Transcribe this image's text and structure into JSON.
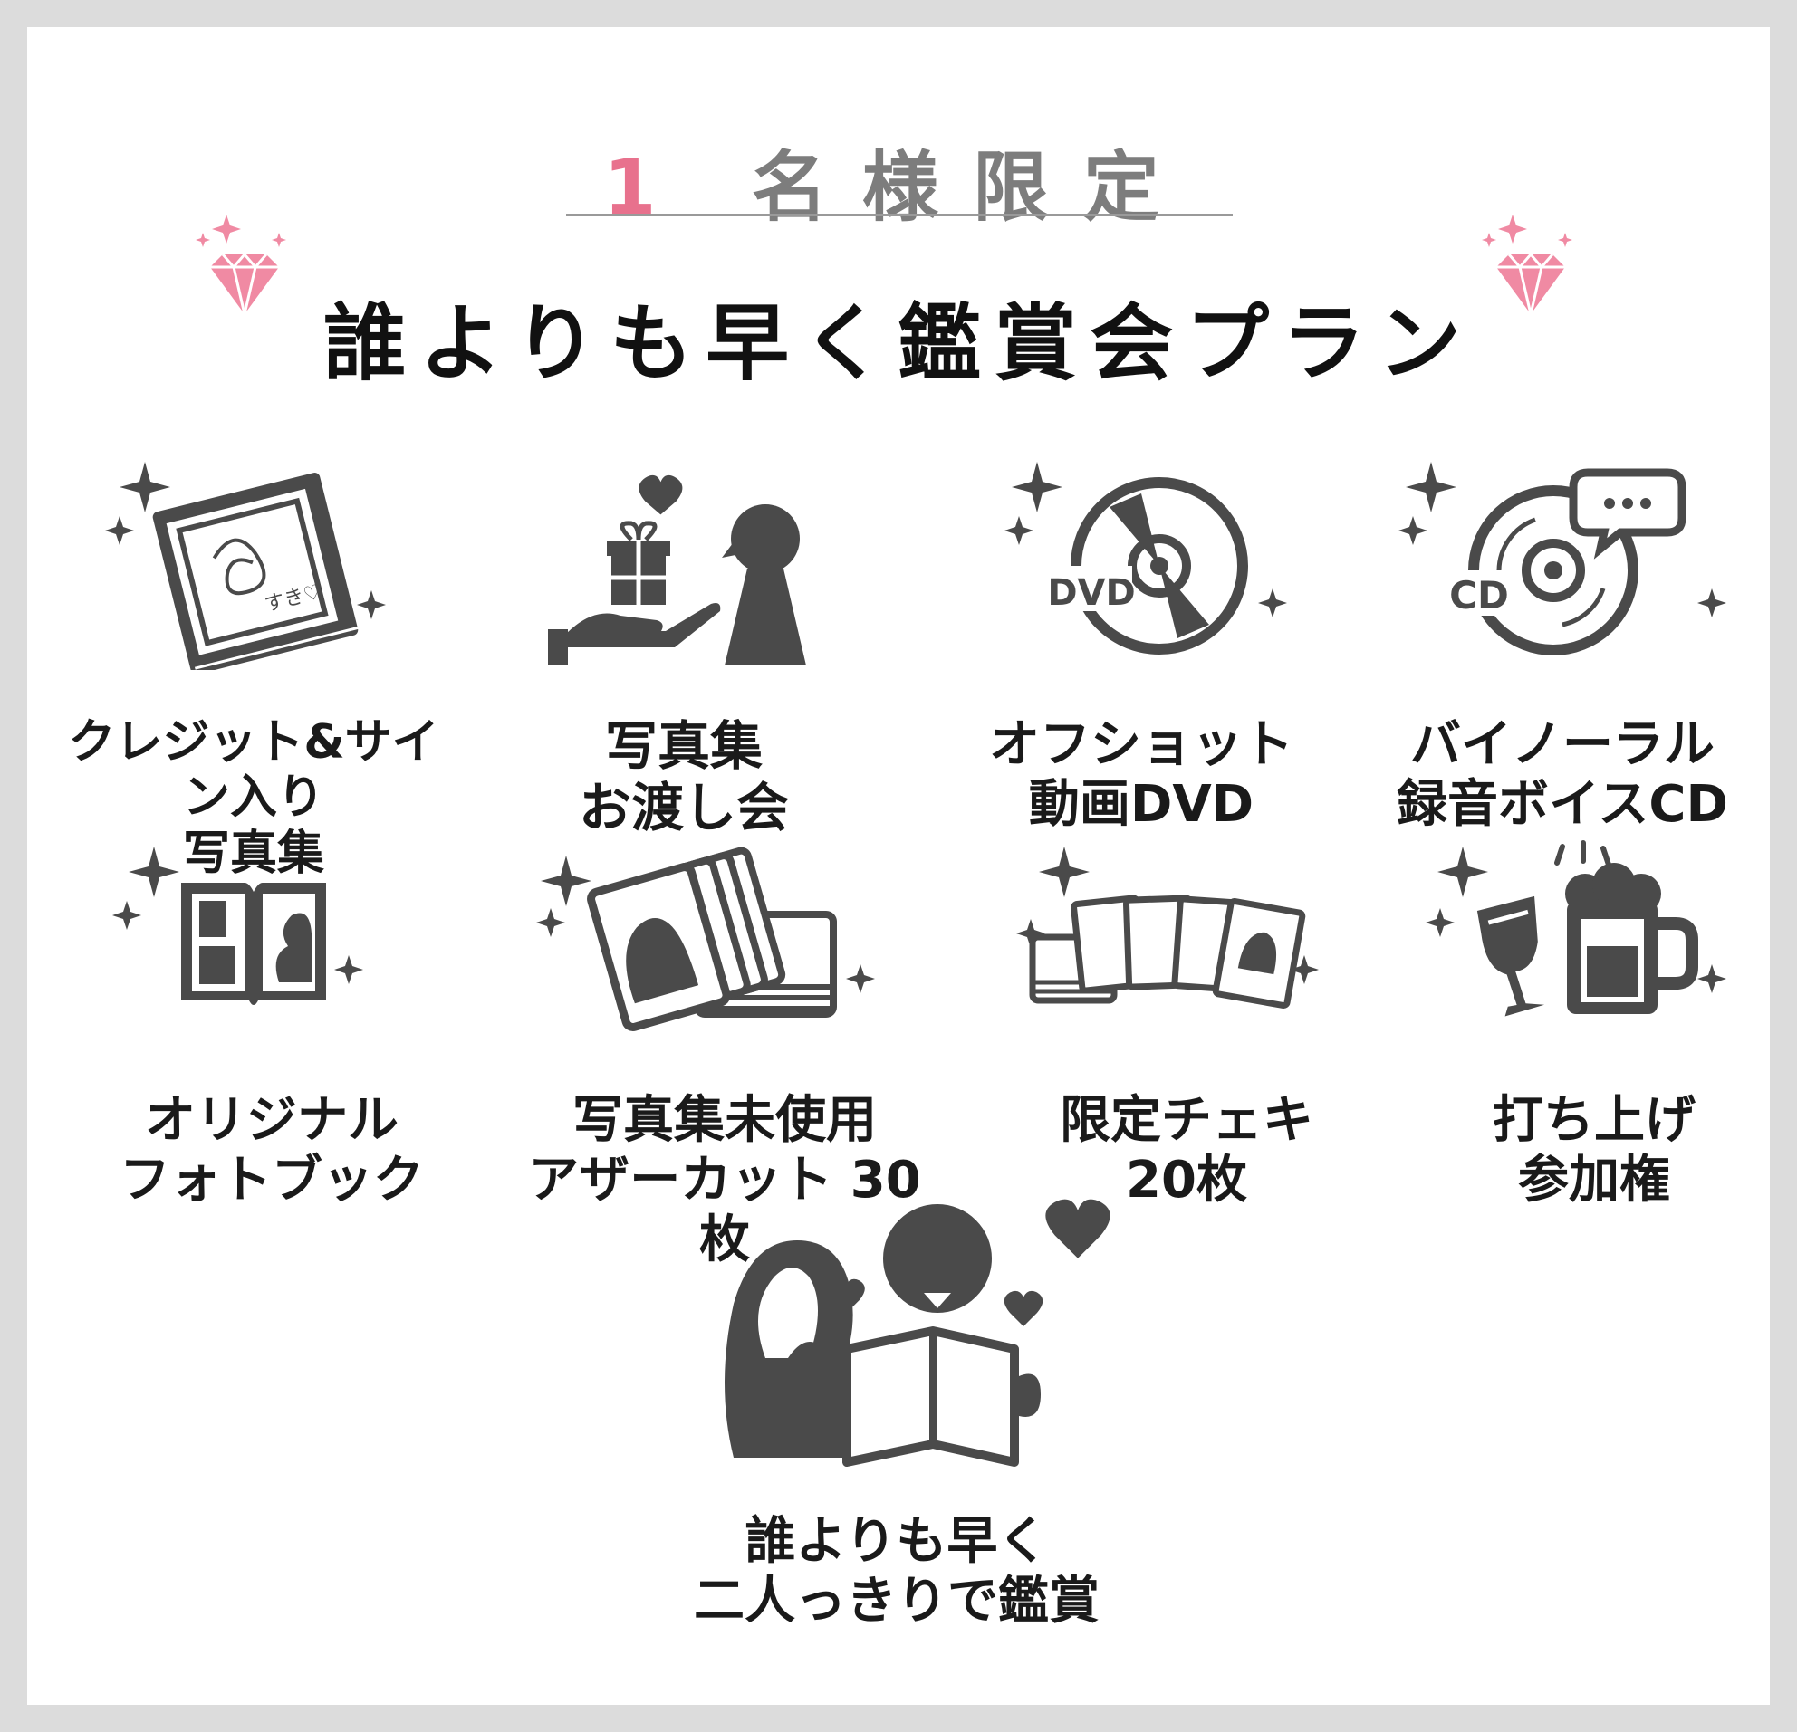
{
  "header": {
    "count": "1",
    "limited_text": "名様限定",
    "plan_title": "誰よりも早く鑑賞会プラン"
  },
  "colors": {
    "accent": "#e8718d",
    "icon": "#4a4a4a",
    "rule": "#9a9a9a"
  },
  "items": [
    {
      "icon": "signed-photobook-icon",
      "line1": "クレジット&サイン入り",
      "line2": "写真集",
      "sign_text": "すき♡"
    },
    {
      "icon": "handover-event-icon",
      "line1": "写真集",
      "line2": "お渡し会"
    },
    {
      "icon": "dvd-icon",
      "line1": "オフショット",
      "line2": "動画DVD",
      "disc_label": "DVD"
    },
    {
      "icon": "cd-icon",
      "line1": "バイノーラル",
      "line2": "録音ボイスCD",
      "disc_label": "CD"
    },
    {
      "icon": "open-photobook-icon",
      "line1": "オリジナル",
      "line2": "フォトブック"
    },
    {
      "icon": "photo-cards-icon",
      "line1": "写真集未使用",
      "line2": "アザーカット 30枚"
    },
    {
      "icon": "instant-photos-icon",
      "line1": "限定チェキ",
      "line2": "20枚"
    },
    {
      "icon": "toast-drinks-icon",
      "line1": "打ち上げ",
      "line2": "参加権"
    },
    {
      "icon": "couple-viewing-icon",
      "line1": "誰よりも早く",
      "line2": "二人っきりで鑑賞"
    }
  ]
}
